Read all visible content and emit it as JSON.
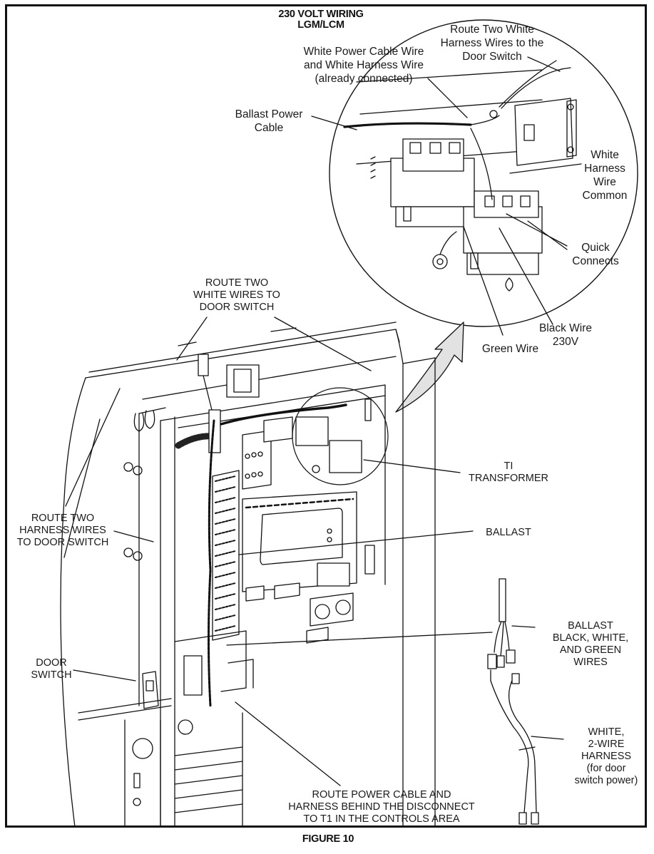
{
  "header": {
    "title_lines": [
      "230 VOLT WIRING",
      "LGM/LCM"
    ]
  },
  "figure_caption": "FIGURE 10",
  "detail_callouts": {
    "route_two_white_harness": [
      "Route Two White",
      "Harness Wires to the",
      "Door Switch"
    ],
    "white_power_cable_wire": [
      "White Power Cable Wire",
      "and White Harness Wire",
      "(already connected)"
    ],
    "ballast_power_cable": [
      "Ballast Power",
      "Cable"
    ],
    "white_harness_wire_common": [
      "White",
      "Harness",
      "Wire",
      "Common"
    ],
    "quick_connects": [
      "Quick",
      "Connects"
    ],
    "black_wire": [
      "Black Wire",
      "230V"
    ],
    "green_wire": [
      "Green Wire"
    ]
  },
  "main_callouts": {
    "route_two_white_wires": [
      "ROUTE TWO",
      "WHITE WIRES TO",
      "DOOR SWITCH"
    ],
    "ti_transformer": [
      "TI",
      "TRANSFORMER"
    ],
    "ballast": [
      "BALLAST"
    ],
    "route_two_harness_wires": [
      "ROUTE TWO",
      "HARNESS WIRES",
      "TO DOOR SWITCH"
    ],
    "ballast_wires": [
      "BALLAST",
      "BLACK, WHITE,",
      "AND GREEN",
      "WIRES"
    ],
    "door_switch": [
      "DOOR",
      "SWITCH"
    ],
    "white_2wire_harness": [
      "WHITE,",
      "2-WIRE",
      "HARNESS",
      "(for door",
      "switch power)"
    ],
    "route_power_cable": [
      "ROUTE POWER CABLE AND",
      "HARNESS BEHIND THE DISCONNECT",
      "TO T1 IN THE CONTROLS AREA"
    ]
  },
  "colors": {
    "line": "#111111",
    "arrow_fill": "#e2e2e2",
    "background": "#ffffff"
  }
}
